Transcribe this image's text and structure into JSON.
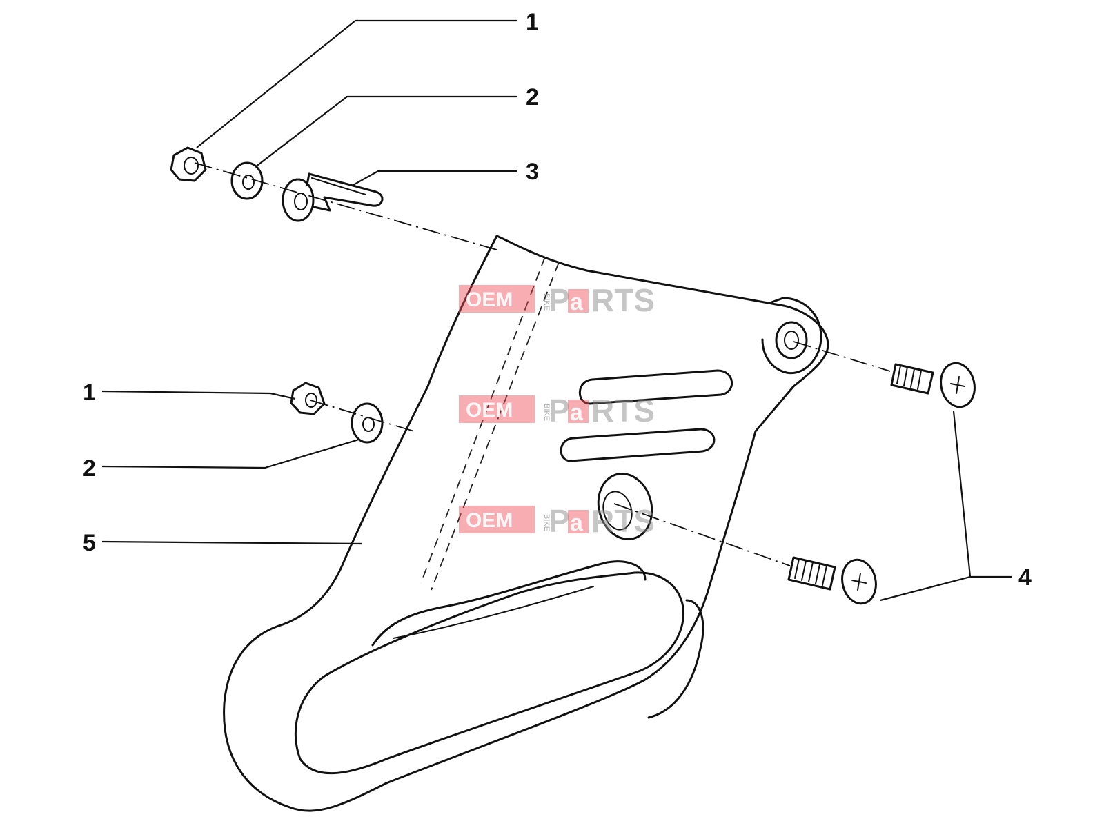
{
  "callouts": {
    "c1_top": "1",
    "c2_top": "2",
    "c3": "3",
    "c1_left": "1",
    "c2_left": "2",
    "c5": "5",
    "c4": "4"
  },
  "watermark": {
    "prefix": "OEM",
    "middle": "BIKE",
    "suffix_a": "P",
    "suffix_b": "a",
    "suffix_c": "RTS"
  },
  "colors": {
    "ink": "#111111",
    "watermark_red": "#ef4a56",
    "watermark_grey": "#8c8c8c"
  }
}
